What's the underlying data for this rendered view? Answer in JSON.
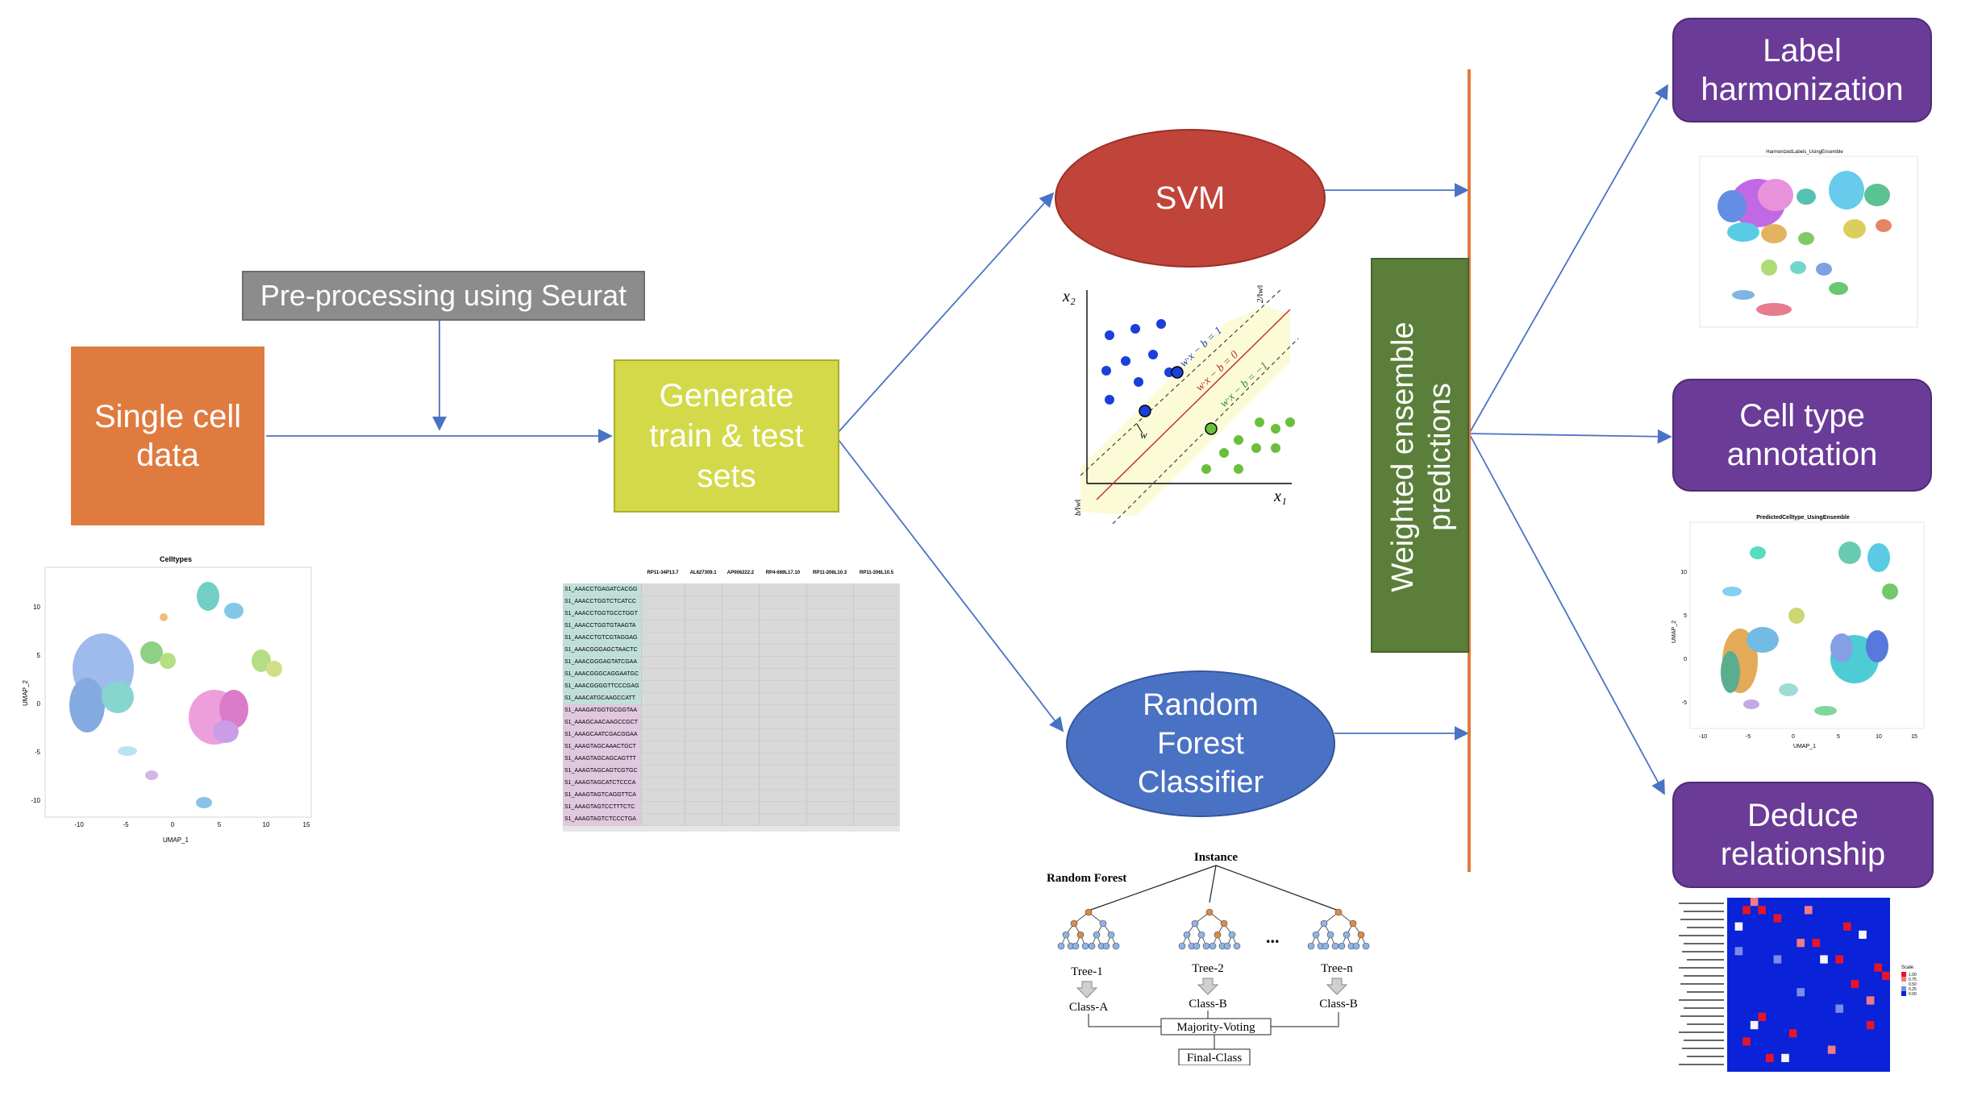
{
  "boxes": {
    "single_cell": "Single cell\ndata",
    "preprocessing": "Pre-processing using Seurat",
    "generate": "Generate\ntrain & test\nsets",
    "svm": "SVM",
    "random_forest": "Random\nForest\nClassifier",
    "weighted": "Weighted ensemble\npredictions",
    "label_harmonization": "Label\nharmonization",
    "cell_type_annotation": "Cell type\nannotation",
    "deduce_relationship": "Deduce\nrelationship"
  },
  "colors": {
    "orange": "#e07b3f",
    "gray": "#8c8c8c",
    "yellow": "#d4d94a",
    "red": "#c0443a",
    "blue": "#4a72c4",
    "green": "#5b7f3a",
    "purple": "#6a3b97",
    "arrow": "#4a72c4",
    "bar": "#e07b3f"
  },
  "umap_celltypes": {
    "title": "Celltypes",
    "xlabel": "UMAP_1",
    "ylabel": "UMAP_2",
    "xticks": [
      "-10",
      "-5",
      "0",
      "5",
      "10",
      "15"
    ],
    "yticks": [
      "10",
      "5",
      "0",
      "-5",
      "-10"
    ]
  },
  "matrix_table": {
    "headers": [
      "",
      "RP11-34P13.7",
      "AL627309.1",
      "AP006222.2",
      "RP4-669L17.10",
      "RP11-206L10.3",
      "RP11-206L10.5"
    ],
    "rows": [
      "S1_AAACCTGAGATCACGG",
      "S1_AAACCTGGTCTCATCC",
      "S1_AAACCTGGTGCCTGGT",
      "S1_AAACCTGGTGTAAGTA",
      "S1_AAACCTGTCGTAGGAG",
      "S1_AAACGGGAGCTAACTC",
      "S1_AAACGGGAGTATCGAA",
      "S1_AAACGGGCAGGAATGC",
      "S1_AAACGGGGTTCCCGAG",
      "S1_AAACATGCAAGCCATT",
      "S1_AAAGATGGTGCGGTAA",
      "S1_AAAGCAACAAGCCGCT",
      "S1_AAAGCAATCGACGGAA",
      "S1_AAAGTAGCAAACTGCT",
      "S1_AAAGTAGCAGCAGTTT",
      "S1_AAAGTAGCAGTCGTGC",
      "S1_AAAGTAGCATCTCCCA",
      "S1_AAAGTAGTCAGGTTCA",
      "S1_AAAGTAGTCCTTTCTC",
      "S1_AAAGTAGTCTCCCTGA"
    ]
  },
  "svm_plot": {
    "x1": "x₁",
    "x2": "x₂",
    "plane_pos": "w·x − b = 1",
    "plane_zero": "w·x − b = 0",
    "plane_neg": "w·x − b = −1",
    "margin": "2/‖w‖",
    "w": "w",
    "b": "b/‖w‖"
  },
  "rf_diagram": {
    "instance": "Instance",
    "random_forest": "Random Forest",
    "tree1": "Tree-1",
    "tree2": "Tree-2",
    "treen": "Tree-n",
    "ellipsis": "...",
    "class_a": "Class-A",
    "class_b1": "Class-B",
    "class_b2": "Class-B",
    "majority": "Majority-Voting",
    "final": "Final-Class"
  },
  "umap_harmonization": {
    "title": "HarmonizedLabels_UsingEnsemble"
  },
  "umap_annotation": {
    "title": "PredictedCelltype_UsingEnsemble",
    "xlabel": "UMAP_1",
    "ylabel": "UMAP_2",
    "xticks": [
      "-10",
      "-5",
      "0",
      "5",
      "10",
      "15"
    ],
    "yticks": [
      "10",
      "5",
      "0",
      "-5"
    ]
  },
  "heatmap": {
    "legend_title": "Scale",
    "legend_labels": [
      "1.00",
      "0.75",
      "0.50",
      "0.25",
      "0.00"
    ]
  }
}
